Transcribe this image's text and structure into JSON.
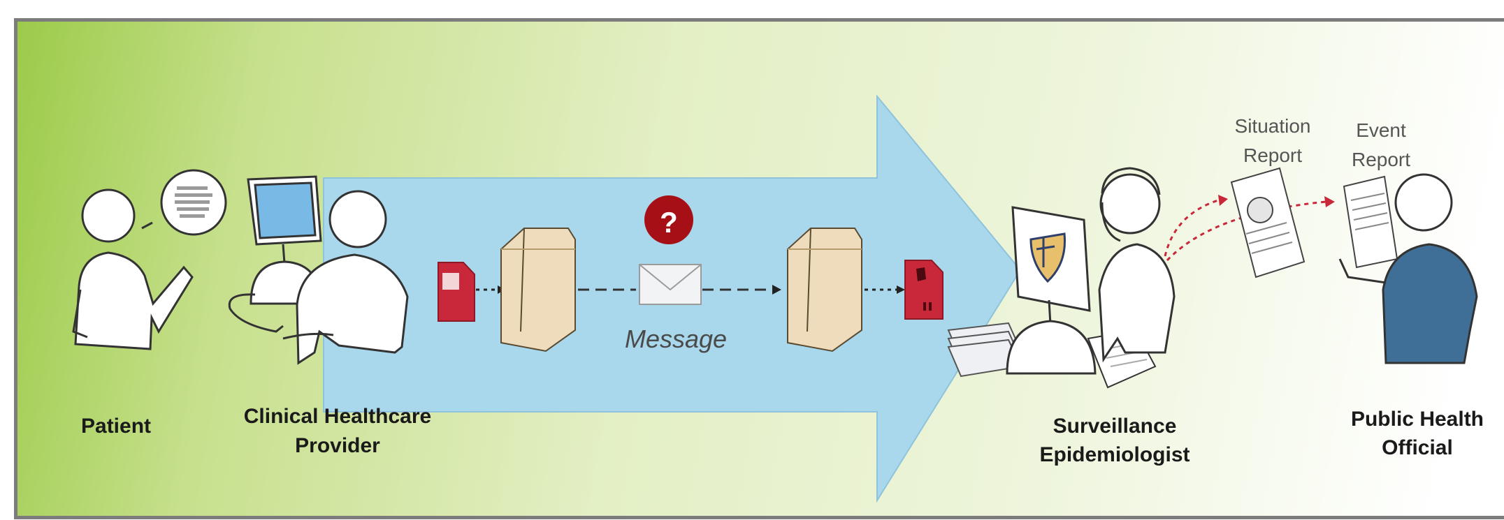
{
  "actors": {
    "patient": "Patient",
    "provider_line1": "Clinical Healthcare",
    "provider_line2": "Provider",
    "epi_line1": "Surveillance",
    "epi_line2": "Epidemiologist",
    "official_line1": "Public Health",
    "official_line2": "Official"
  },
  "flow": {
    "message_label": "Message",
    "question_mark": "?"
  },
  "reports": {
    "situation_line1": "Situation",
    "situation_line2": "Report",
    "event_line1": "Event",
    "event_line2": "Report"
  },
  "colors": {
    "arrow_fill": "#a9d8ec",
    "report_red": "#c8283a",
    "question_badge": "#a50f15",
    "official_shirt": "#3f6f97"
  }
}
